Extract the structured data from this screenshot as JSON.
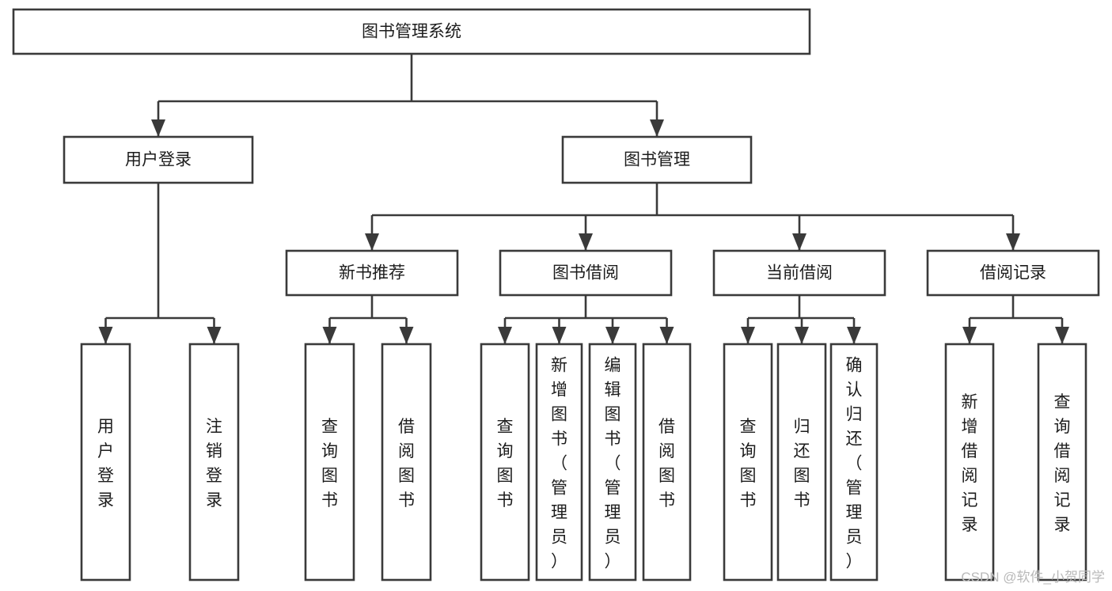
{
  "diagram": {
    "title": "图书管理系统",
    "type": "tree-hierarchy-diagram",
    "colors": {
      "stroke": "#3a3a3a",
      "box_fill": "#ffffff",
      "text": "#1c1c1c",
      "background": "#ffffff",
      "watermark": "#b9b9b9"
    },
    "root": {
      "label": "图书管理系统",
      "orientation": "horizontal"
    },
    "level2": [
      {
        "label": "用户登录",
        "orientation": "horizontal"
      },
      {
        "label": "图书管理",
        "orientation": "horizontal"
      }
    ],
    "level3": [
      {
        "label": "新书推荐",
        "orientation": "horizontal"
      },
      {
        "label": "图书借阅",
        "orientation": "horizontal"
      },
      {
        "label": "当前借阅",
        "orientation": "horizontal"
      },
      {
        "label": "借阅记录",
        "orientation": "horizontal"
      }
    ],
    "leaves": {
      "user_login": [
        {
          "label": "用户登录",
          "orientation": "vertical"
        },
        {
          "label": "注销登录",
          "orientation": "vertical"
        }
      ],
      "new_book_recommend": [
        {
          "label": "查询图书",
          "orientation": "vertical"
        },
        {
          "label": "借阅图书",
          "orientation": "vertical"
        }
      ],
      "book_borrow": [
        {
          "label": "查询图书",
          "orientation": "vertical"
        },
        {
          "label": "新增图书（管理员）",
          "orientation": "vertical"
        },
        {
          "label": "编辑图书（管理员）",
          "orientation": "vertical"
        },
        {
          "label": "借阅图书",
          "orientation": "vertical"
        }
      ],
      "current_borrow": [
        {
          "label": "查询图书",
          "orientation": "vertical"
        },
        {
          "label": "归还图书",
          "orientation": "vertical"
        },
        {
          "label": "确认归还（管理员）",
          "orientation": "vertical"
        }
      ],
      "borrow_record": [
        {
          "label": "新增借阅记录",
          "orientation": "vertical"
        },
        {
          "label": "查询借阅记录",
          "orientation": "vertical"
        }
      ]
    }
  },
  "watermark": {
    "text": "CSDN @软件_小贺同学"
  }
}
